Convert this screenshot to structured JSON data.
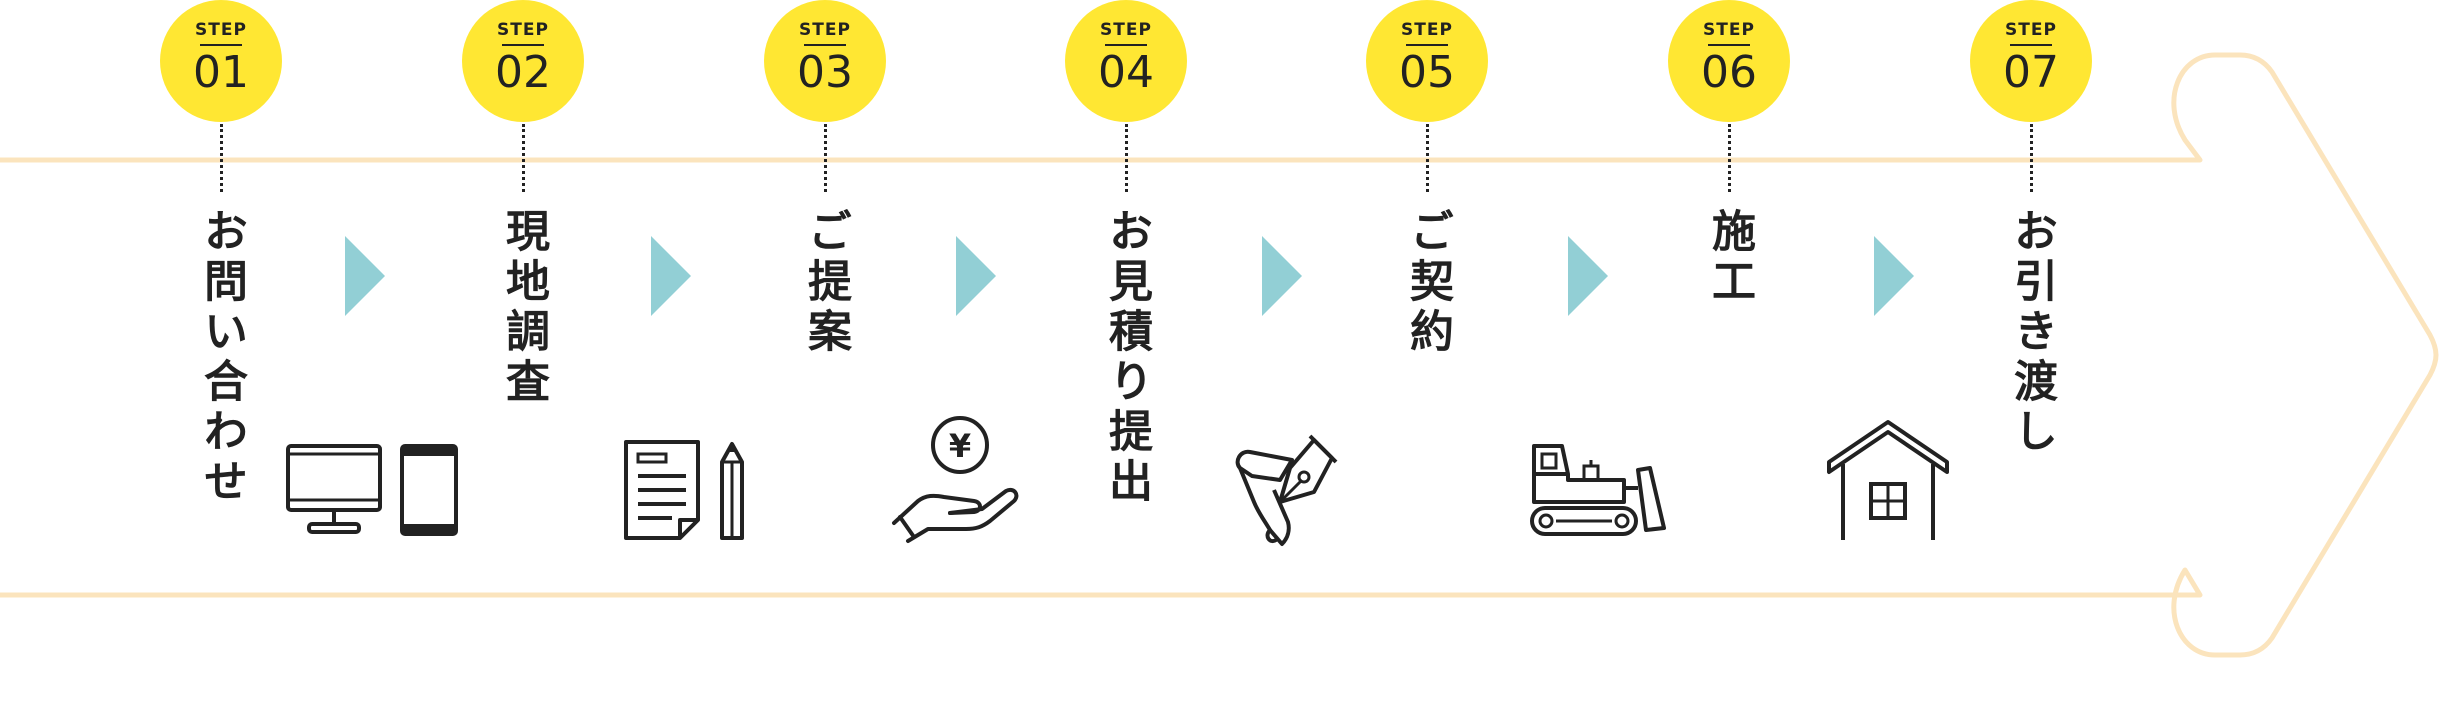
{
  "colors": {
    "badge": "#FFE733",
    "band": "#FBE4BD",
    "chevron": "#92CFD5",
    "ink": "#222222"
  },
  "steps": [
    {
      "label": "STEP",
      "number": "01",
      "title": "お問い合わせ",
      "icon": "computer-and-tablet-icon"
    },
    {
      "label": "STEP",
      "number": "02",
      "title": "現地調査",
      "icon": "document-and-pencil-icon"
    },
    {
      "label": "STEP",
      "number": "03",
      "title": "ご提案",
      "icon": "yen-coin-hand-icon"
    },
    {
      "label": "STEP",
      "number": "04",
      "title": "お見積り提出",
      "icon": "fountain-pen-scroll-icon"
    },
    {
      "label": "STEP",
      "number": "05",
      "title": "ご契約",
      "icon": "bulldozer-icon"
    },
    {
      "label": "STEP",
      "number": "06",
      "title": "施工",
      "icon": "house-icon"
    },
    {
      "label": "STEP",
      "number": "07",
      "title": "お引き渡し",
      "icon": ""
    }
  ]
}
